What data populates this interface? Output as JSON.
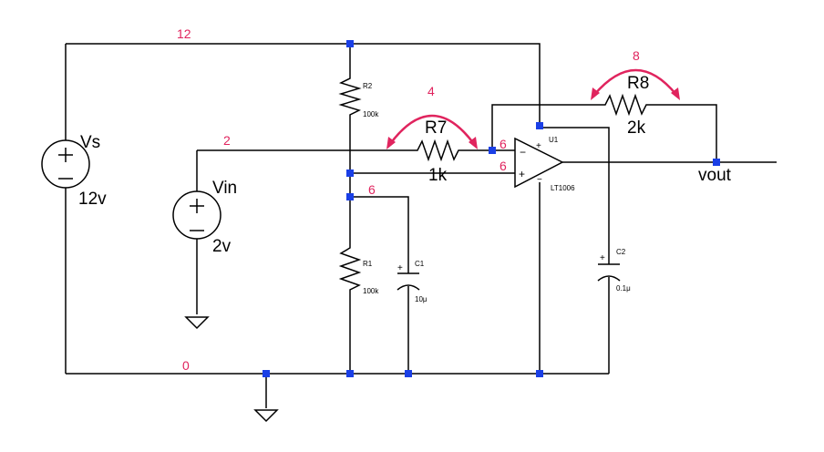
{
  "net_labels": {
    "n12": "12",
    "n2": "2",
    "n4": "4",
    "n8": "8",
    "n6a": "6",
    "n6b": "6",
    "n6c": "6",
    "n0": "0"
  },
  "components": {
    "vs": {
      "name": "Vs",
      "value": "12v"
    },
    "vin": {
      "name": "Vin",
      "value": "2v"
    },
    "r1": {
      "name": "R1",
      "value": "100k"
    },
    "r2": {
      "name": "R2",
      "value": "100k"
    },
    "r7": {
      "name": "R7",
      "value": "1k"
    },
    "r8": {
      "name": "R8",
      "value": "2k"
    },
    "c1": {
      "name": "C1",
      "value": "10μ"
    },
    "c2": {
      "name": "C2",
      "value": "0.1μ"
    },
    "u1": {
      "name": "U1",
      "part": "LT1006"
    }
  },
  "output_label": "vout",
  "opamp_pins": {
    "minus": "−",
    "plus": "+"
  },
  "colors": {
    "net_label": "#e0245e",
    "node": "#1a3fe6",
    "wire": "#000000"
  }
}
